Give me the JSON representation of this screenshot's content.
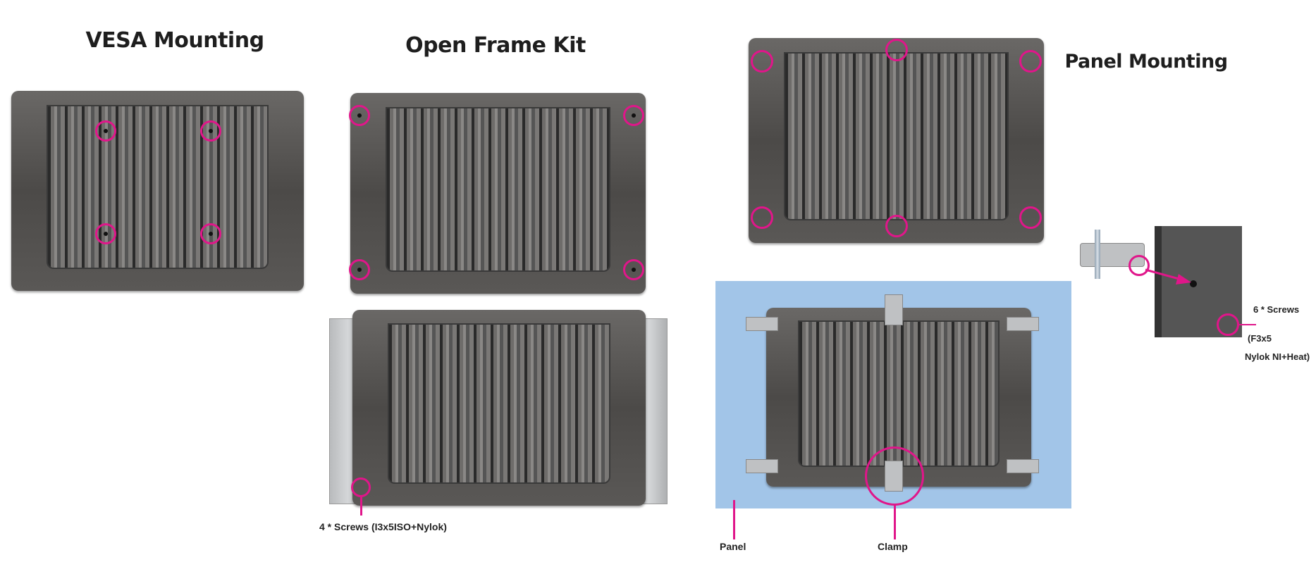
{
  "sections": {
    "vesa": {
      "title": "VESA Mounting"
    },
    "open_frame": {
      "title": "Open Frame Kit",
      "screw_label": "4 * Screws (I3x5ISO+Nylok)"
    },
    "panel": {
      "title": "Panel Mounting",
      "panel_label": "Panel",
      "clamp_label": "Clamp",
      "screws_label": "6 * Screws",
      "screw_spec_1": "(F3x5",
      "screw_spec_2": "Nylok NI+Heat)"
    }
  },
  "colors": {
    "highlight": "#e0168a",
    "panel_background": "#a2c5e8"
  }
}
